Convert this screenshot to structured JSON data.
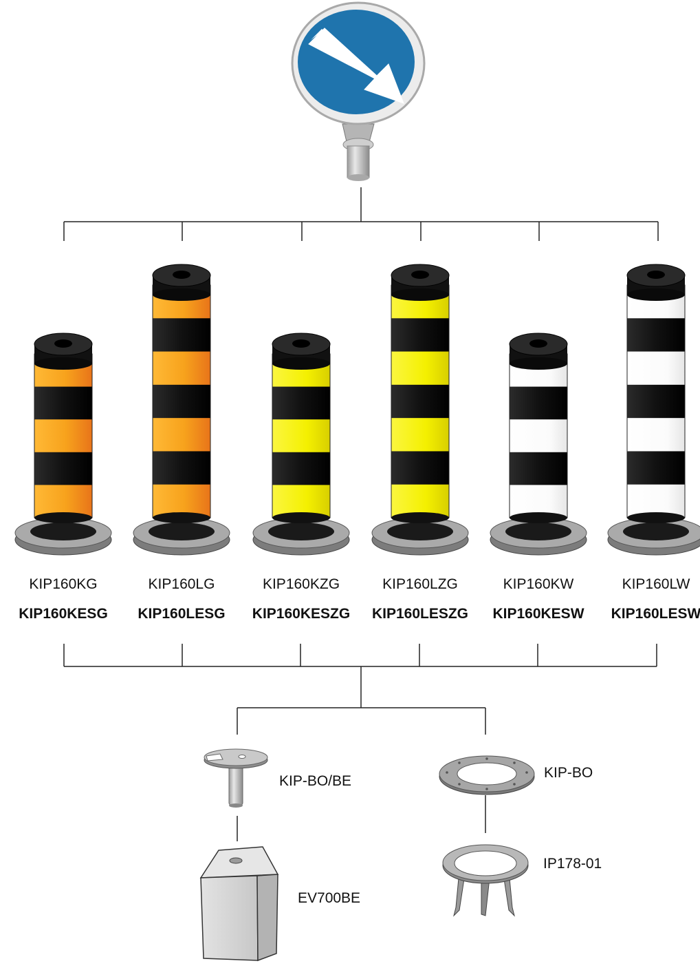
{
  "colors": {
    "sign_blue": "#1f74ad",
    "amber": "#f7a21c",
    "yellow": "#f4f000",
    "white": "#ffffff",
    "black": "#111111",
    "line": "#222222"
  },
  "sign": {
    "icon": "keep-right-arrow-sign-icon"
  },
  "bollards": [
    {
      "code": "KIP160KG",
      "code_alt": "KIP160KESG",
      "color": "amber",
      "size": "short"
    },
    {
      "code": "KIP160LG",
      "code_alt": "KIP160LESG",
      "color": "amber",
      "size": "tall"
    },
    {
      "code": "KIP160KZG",
      "code_alt": "KIP160KESZG",
      "color": "yellow",
      "size": "short"
    },
    {
      "code": "KIP160LZG",
      "code_alt": "KIP160LESZG",
      "color": "yellow",
      "size": "tall"
    },
    {
      "code": "KIP160KW",
      "code_alt": "KIP160KESW",
      "color": "white",
      "size": "short"
    },
    {
      "code": "KIP160LW",
      "code_alt": "KIP160LESW",
      "color": "white",
      "size": "tall"
    }
  ],
  "accessories": {
    "bolt": {
      "label": "KIP-BO/BE",
      "icon": "anchor-bolt-icon"
    },
    "concrete_block": {
      "label": "EV700BE",
      "icon": "concrete-block-icon"
    },
    "base_ring": {
      "label": "KIP-BO",
      "icon": "base-ring-icon"
    },
    "anchor_ring": {
      "label": "IP178-01",
      "icon": "anchor-ring-icon"
    }
  }
}
